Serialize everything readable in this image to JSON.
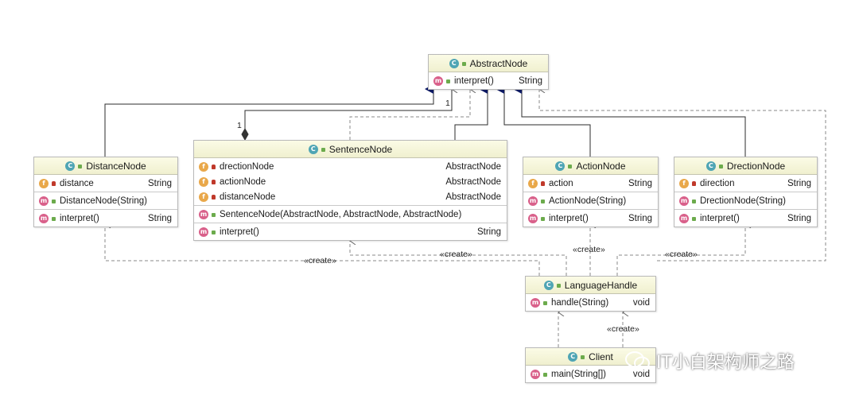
{
  "classes": {
    "abstract_node": {
      "name": "AbstractNode",
      "methods": [
        {
          "name": "interpret()",
          "type": "String"
        }
      ]
    },
    "distance_node": {
      "name": "DistanceNode",
      "fields": [
        {
          "name": "distance",
          "type": "String"
        }
      ],
      "constructors": [
        {
          "name": "DistanceNode(String)",
          "type": ""
        }
      ],
      "methods": [
        {
          "name": "interpret()",
          "type": "String"
        }
      ]
    },
    "sentence_node": {
      "name": "SentenceNode",
      "fields": [
        {
          "name": "drectionNode",
          "type": "AbstractNode"
        },
        {
          "name": "actionNode",
          "type": "AbstractNode"
        },
        {
          "name": "distanceNode",
          "type": "AbstractNode"
        }
      ],
      "constructors": [
        {
          "name": "SentenceNode(AbstractNode, AbstractNode, AbstractNode)",
          "type": ""
        }
      ],
      "methods": [
        {
          "name": "interpret()",
          "type": "String"
        }
      ]
    },
    "action_node": {
      "name": "ActionNode",
      "fields": [
        {
          "name": "action",
          "type": "String"
        }
      ],
      "constructors": [
        {
          "name": "ActionNode(String)",
          "type": ""
        }
      ],
      "methods": [
        {
          "name": "interpret()",
          "type": "String"
        }
      ]
    },
    "drection_node": {
      "name": "DrectionNode",
      "fields": [
        {
          "name": "direction",
          "type": "String"
        }
      ],
      "constructors": [
        {
          "name": "DrectionNode(String)",
          "type": ""
        }
      ],
      "methods": [
        {
          "name": "interpret()",
          "type": "String"
        }
      ]
    },
    "language_handle": {
      "name": "LanguageHandle",
      "methods": [
        {
          "name": "handle(String)",
          "type": "void"
        }
      ]
    },
    "client": {
      "name": "Client",
      "methods": [
        {
          "name": "main(String[])",
          "type": "void"
        }
      ]
    }
  },
  "labels": {
    "multiplicity_1_a": "1",
    "multiplicity_1_b": "1",
    "create_distance": "«create»",
    "create_sentence": "«create»",
    "create_action": "«create»",
    "create_drection": "«create»",
    "create_language": "«create»"
  },
  "watermark": "IT小白架构师之路",
  "colors": {
    "line": "#2b2b2b",
    "dash": "#8a8a8a",
    "arrow_fill": "#0d1a66",
    "header_bg": "#f4f4d8"
  }
}
